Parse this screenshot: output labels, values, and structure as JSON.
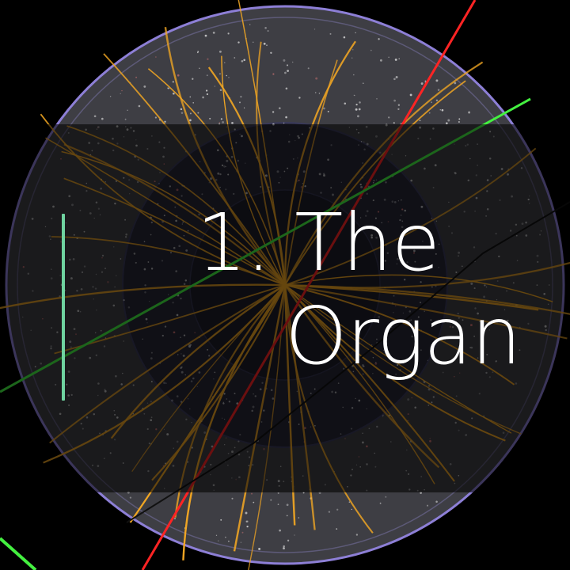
{
  "slide": {
    "title_line1": "1. The",
    "title_line2": "Organ"
  },
  "colors": {
    "background": "#000000",
    "detector_ring": "#8d7fd6",
    "detector_fill": "#3e3e44",
    "inner_ring": "#23233a",
    "track_yellow": "#f1a623",
    "track_red": "#ff2424",
    "track_green": "#44f040",
    "accent_bar": "#6fd3a0",
    "title_text": "#ffffff"
  },
  "background_image": {
    "subject": "particle-collision-event-display",
    "icon": "particle-collision-icon"
  }
}
